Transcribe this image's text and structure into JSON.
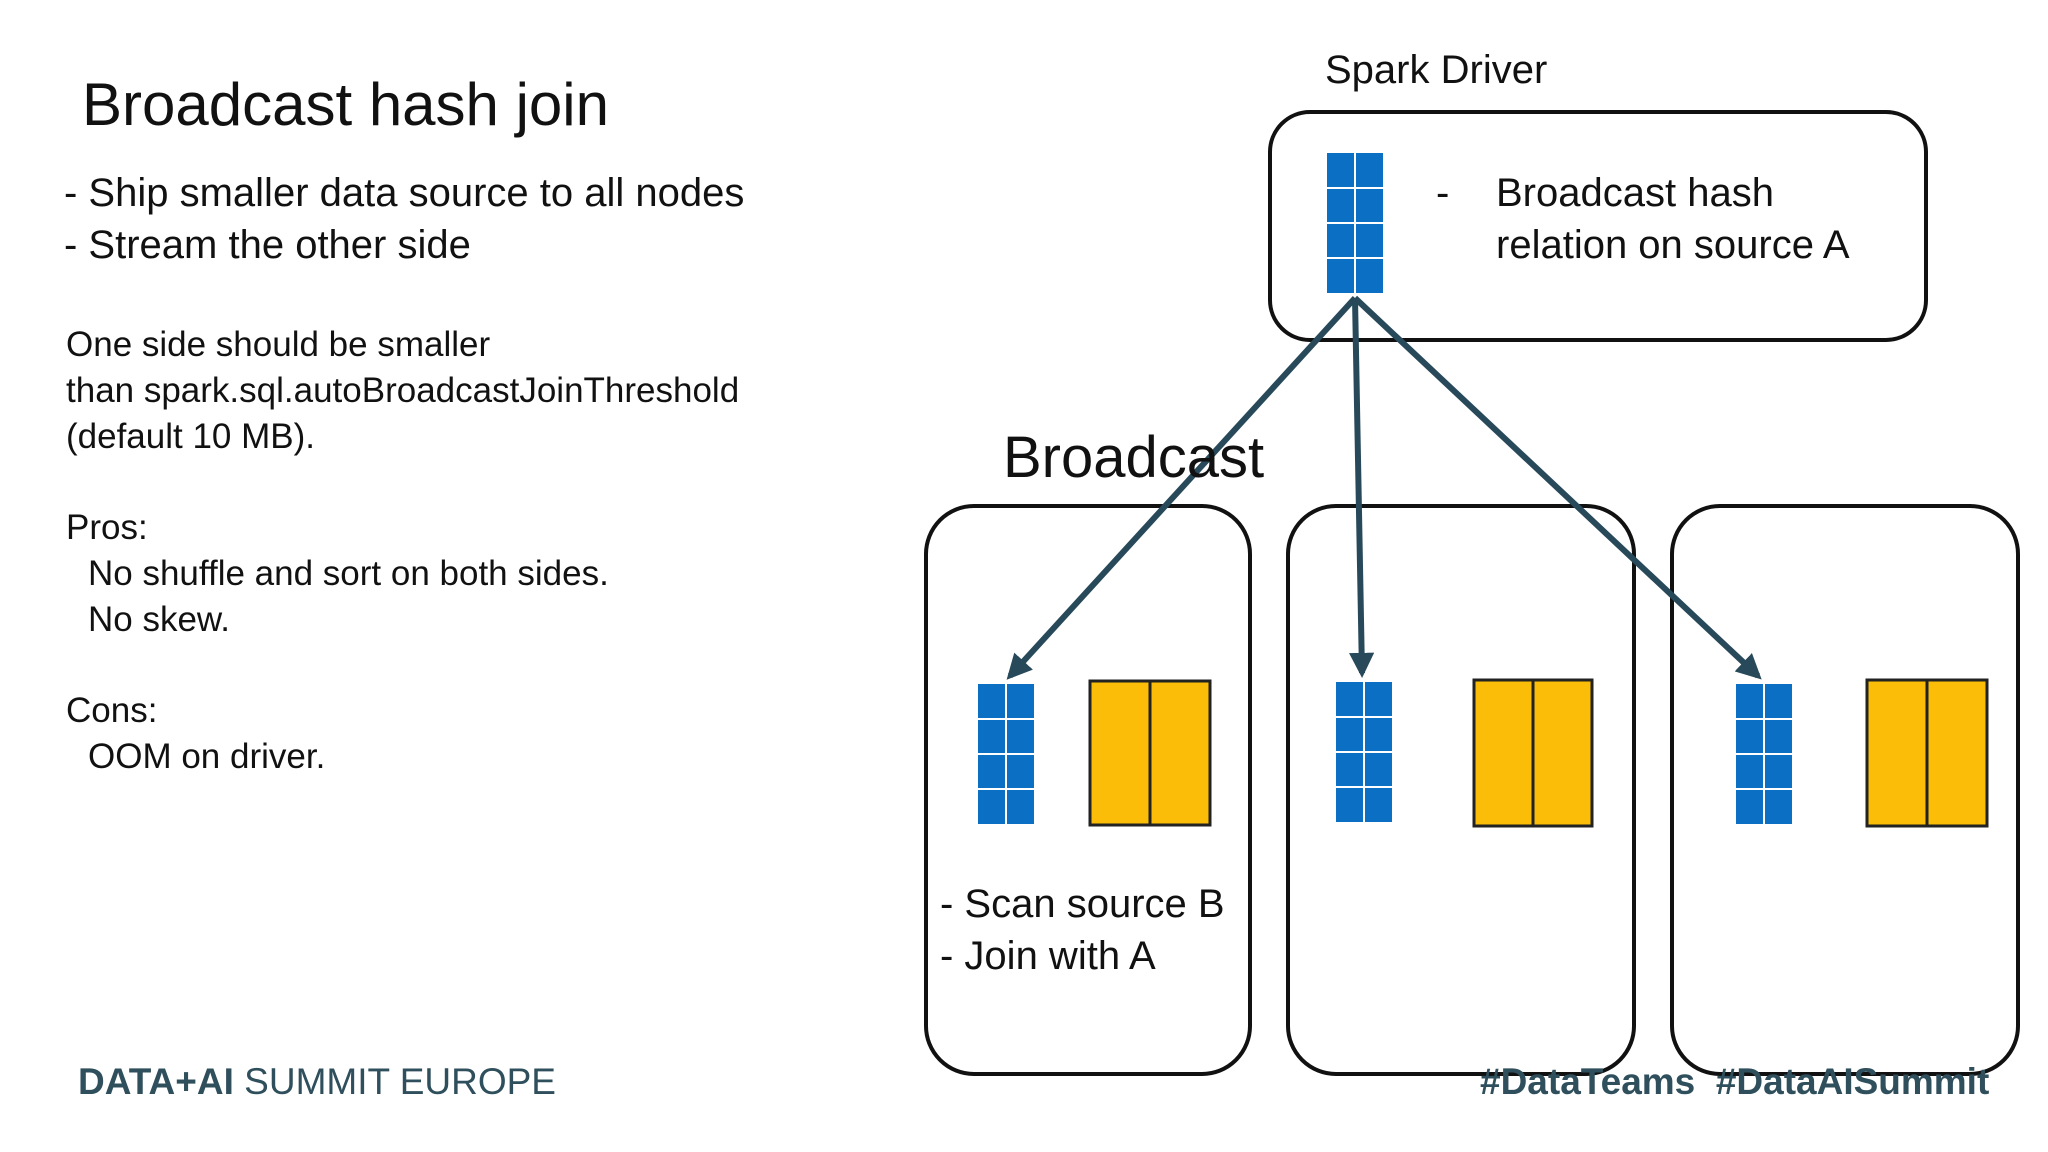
{
  "slide": {
    "title": "Broadcast hash join",
    "bullets": [
      "- Ship smaller data source to all nodes",
      "- Stream the other side"
    ],
    "threshold_lines": [
      "One side should be smaller",
      "than spark.sql.autoBroadcastJoinThreshold",
      "(default 10 MB)."
    ],
    "pros": {
      "heading": "Pros:",
      "items": [
        "No shuffle and sort on both sides.",
        "No skew."
      ]
    },
    "cons": {
      "heading": "Cons:",
      "items": [
        "OOM on driver."
      ]
    }
  },
  "diagram": {
    "driver_label": "Spark Driver",
    "driver_note_dash": "-",
    "driver_note_lines": [
      "Broadcast hash",
      "relation on source A"
    ],
    "broadcast_label": "Broadcast",
    "executor_note_lines": [
      "- Scan source B",
      "- Join with A"
    ],
    "executor_count": 3,
    "colors": {
      "hash_table_blue": "#0b6fc4",
      "source_b_yellow": "#fbbd07",
      "arrow": "#27495a",
      "box_stroke": "#111111"
    },
    "icons": {
      "hash_table": "blue-grid-hash-table-icon",
      "data_source": "yellow-two-column-table-icon"
    }
  },
  "footer": {
    "brand_strong": "DATA+AI",
    "brand_rest": " SUMMIT EUROPE",
    "hashtags": "#DataTeams  #DataAISummit"
  }
}
